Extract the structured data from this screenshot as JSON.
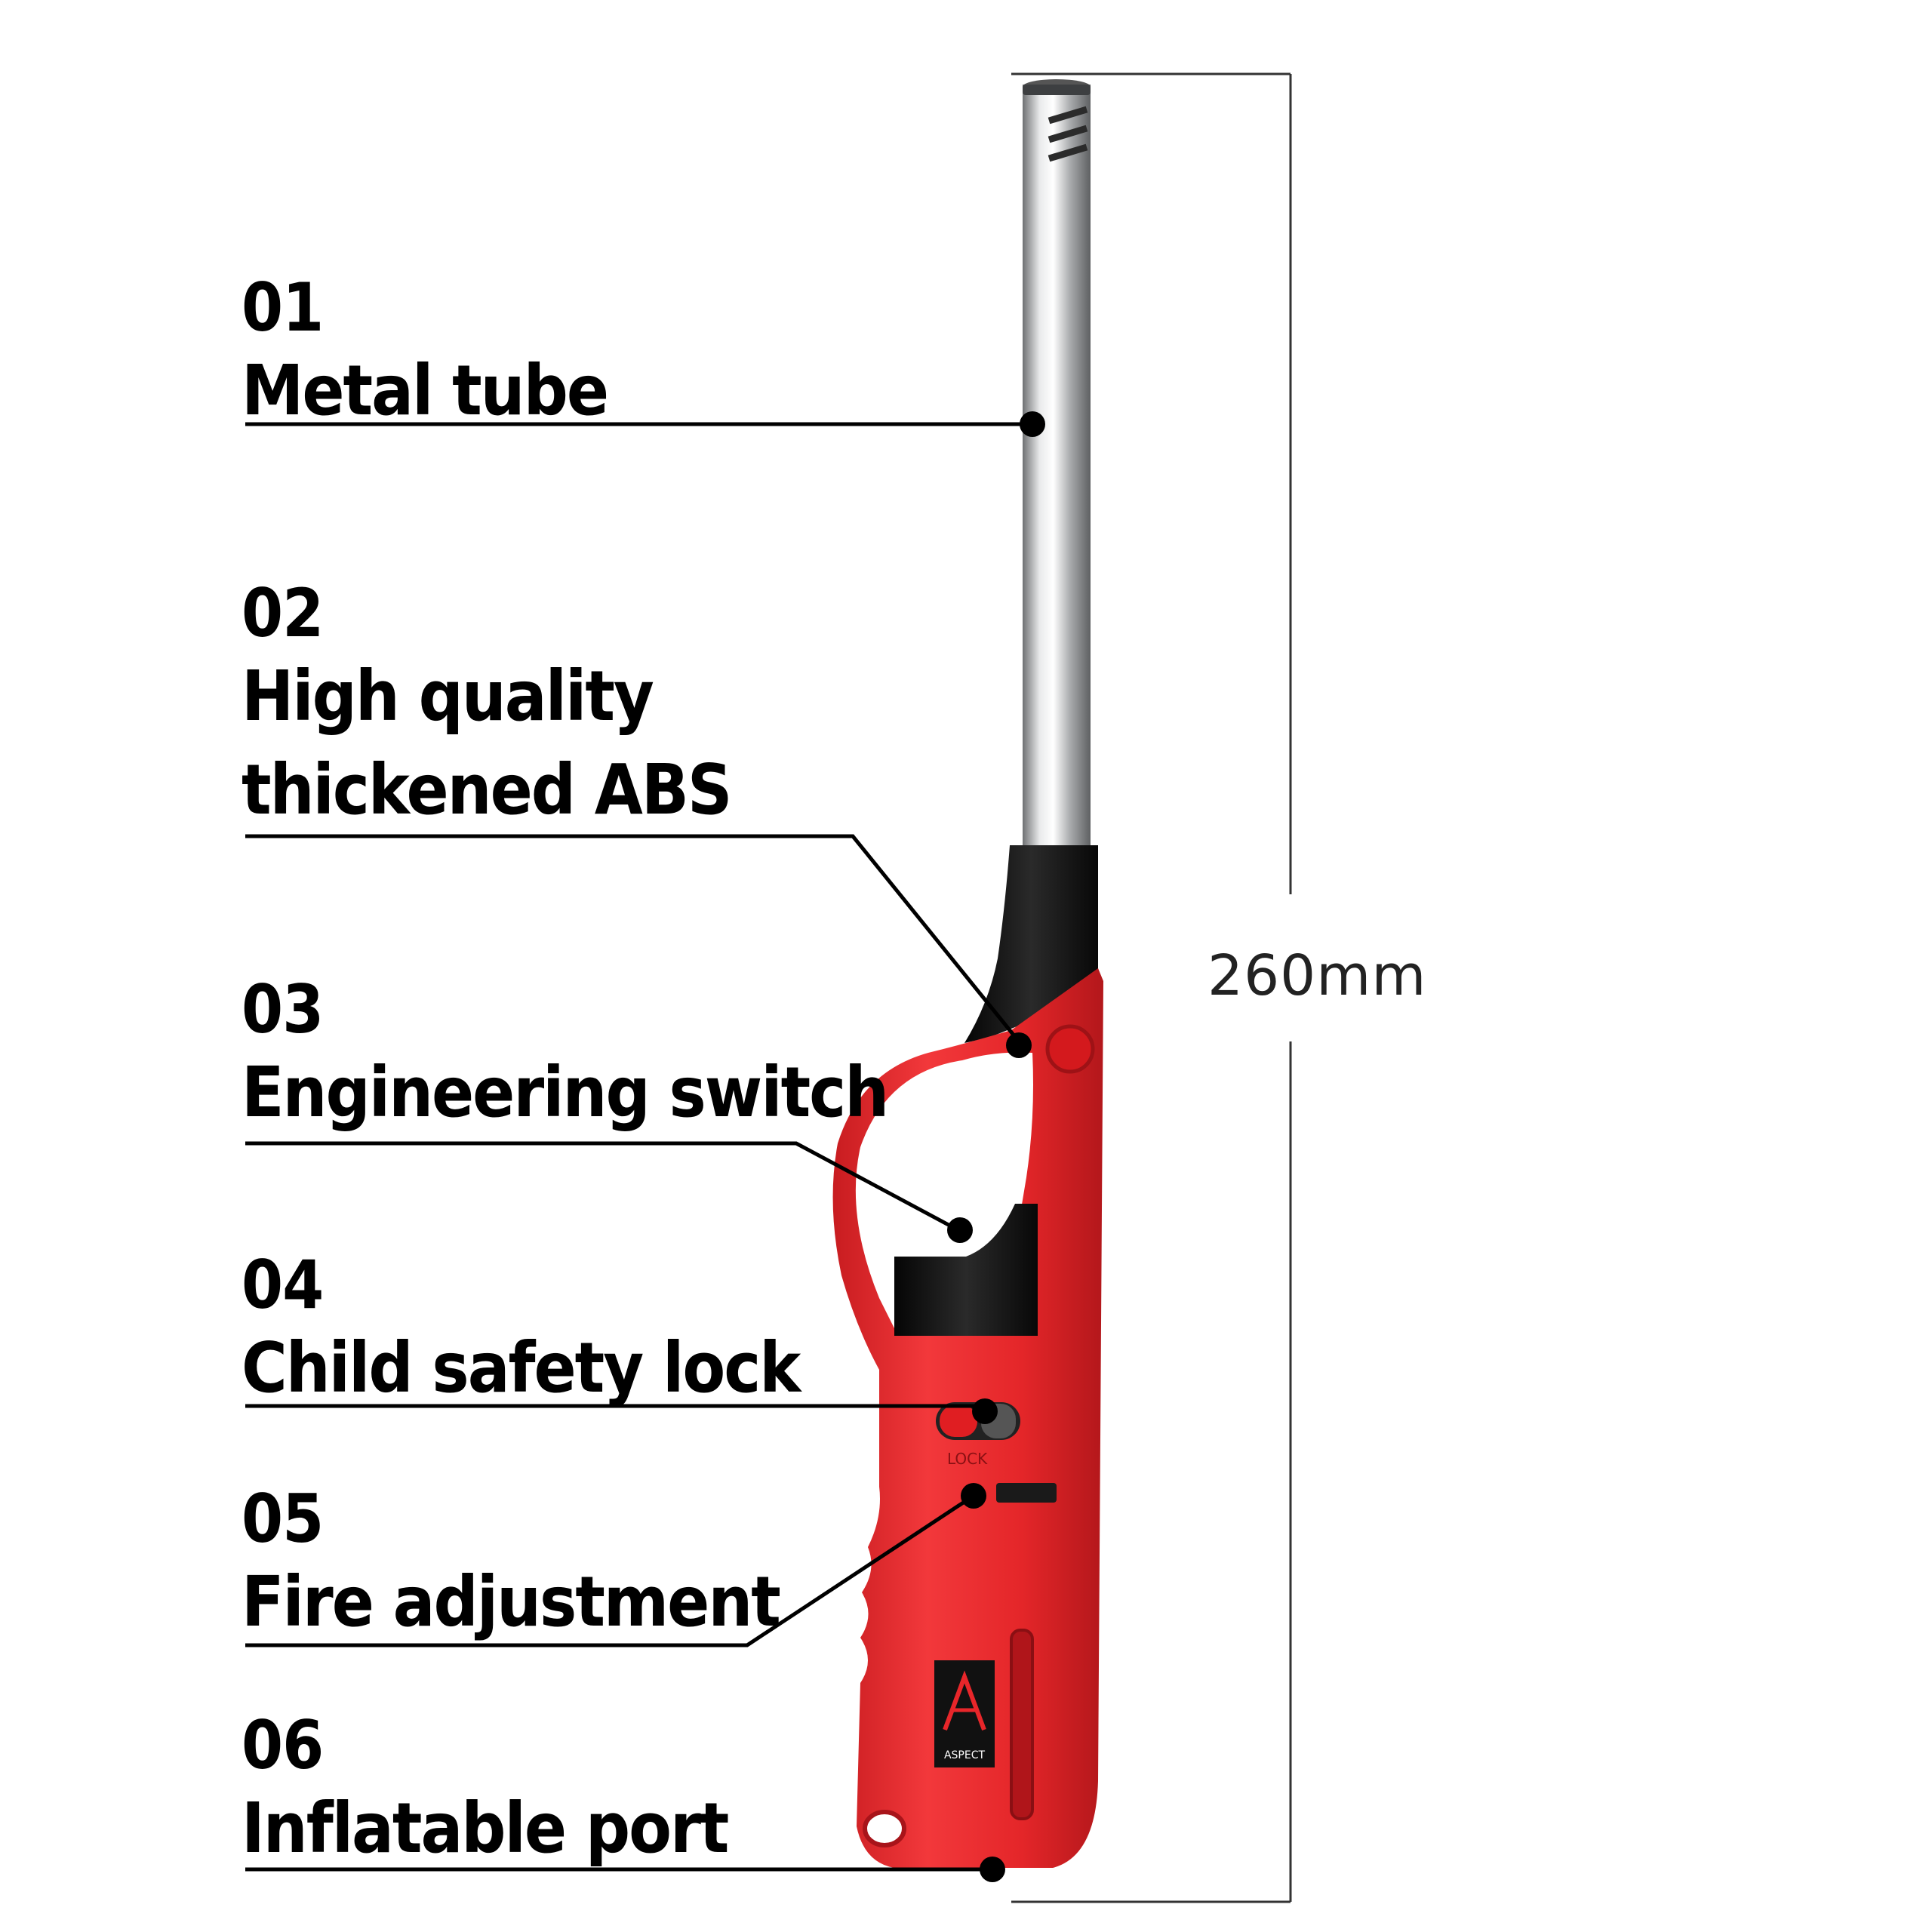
{
  "callouts": [
    {
      "number": "01",
      "lines": [
        "Metal tube"
      ]
    },
    {
      "number": "02",
      "lines": [
        "High quality",
        "thickened ABS"
      ]
    },
    {
      "number": "03",
      "lines": [
        "Engineering switch"
      ]
    },
    {
      "number": "04",
      "lines": [
        "Child safety lock"
      ]
    },
    {
      "number": "05",
      "lines": [
        "Fire adjustment"
      ]
    },
    {
      "number": "06",
      "lines": [
        "Inflatable port"
      ]
    }
  ],
  "dimension": {
    "value": "260mm"
  },
  "product": {
    "brand": "ASPECT",
    "lock_text": "LOCK",
    "body_color": "#e8262a",
    "tube_color": "#c9cbcd",
    "trigger_color": "#141414"
  }
}
